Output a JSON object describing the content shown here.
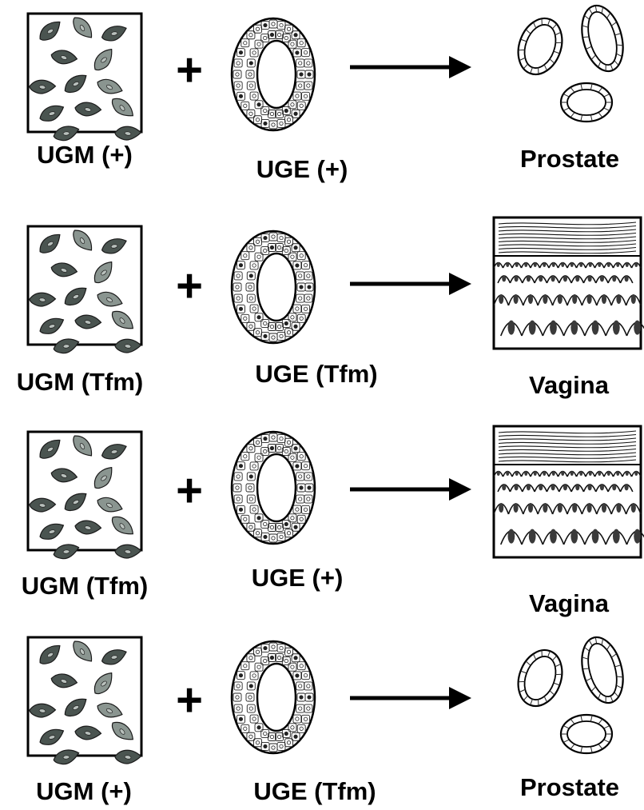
{
  "rows": [
    {
      "mesenchyme_label": "UGM (+)",
      "epithelium_label": "UGE (+)",
      "result_label": "Prostate",
      "result_type": "prostate"
    },
    {
      "mesenchyme_label": "UGM (Tfm)",
      "epithelium_label": "UGE (Tfm)",
      "result_label": "Vagina",
      "result_type": "vagina"
    },
    {
      "mesenchyme_label": "UGM (Tfm)",
      "epithelium_label": "UGE (+)",
      "result_label": "Vagina",
      "result_type": "vagina"
    },
    {
      "mesenchyme_label": "UGM (+)",
      "epithelium_label": "UGE (Tfm)",
      "result_label": "Prostate",
      "result_type": "prostate"
    }
  ],
  "operator_symbol": "+",
  "colors": {
    "cell_dark": "#4a5450",
    "cell_light": "#8a9590",
    "ink": "#000000"
  }
}
